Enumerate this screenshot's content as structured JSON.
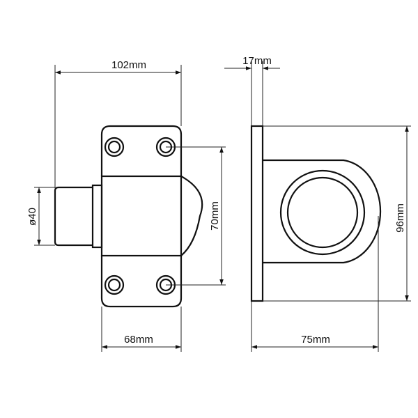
{
  "dimensions": {
    "overall_length": "102mm",
    "hole_spacing": "70mm",
    "plate_width": "68mm",
    "shaft_diameter": "ø40",
    "plate_thickness": "17mm",
    "height": "96mm",
    "depth": "75mm"
  },
  "colors": {
    "line": "#111111",
    "background": "#ffffff"
  }
}
